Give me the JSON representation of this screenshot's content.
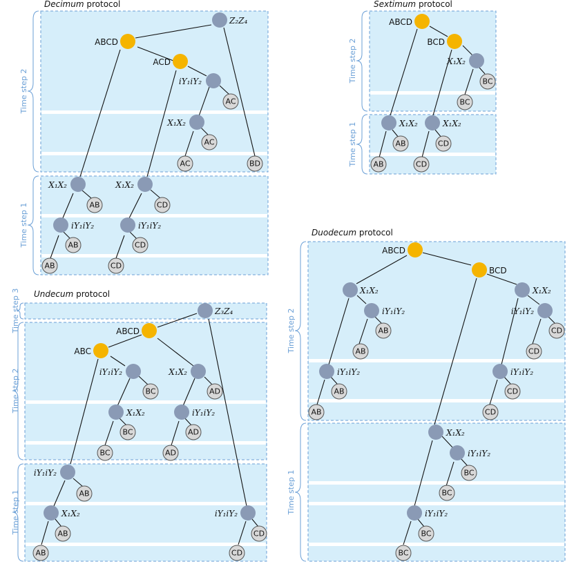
{
  "panels": [
    {
      "id": "decimum",
      "title_italic": "Decimum",
      "title_rest": " protocol",
      "steps": [
        "Time step 2",
        "Time step 1"
      ]
    },
    {
      "id": "sextimum",
      "title_italic": "Sextimum",
      "title_rest": " protocol",
      "steps": [
        "Time step 2",
        "Time step 1"
      ]
    },
    {
      "id": "undecum",
      "title_italic": "Undecum",
      "title_rest": " protocol",
      "steps": [
        "Time step 3",
        "Time step 2",
        "Time step 1"
      ]
    },
    {
      "id": "duodecum",
      "title_italic": "Duodecum",
      "title_rest": " protocol",
      "steps": [
        "Time step 2",
        "Time step 1"
      ]
    }
  ],
  "node_labels": {
    "ABCD": "ABCD",
    "ACD": "ACD",
    "BCD": "BCD",
    "ABC": "ABC",
    "AB": "AB",
    "AC": "AC",
    "AD": "AD",
    "BC": "BC",
    "BD": "BD",
    "CD": "CD"
  },
  "operator_labels": {
    "Z2Z4": "Z₂Z₄",
    "Z3Z4": "Z₃Z₄",
    "X1X2": "X₁X₂",
    "iY1iY2": "iY₁iY₂"
  },
  "colors": {
    "box_fill": "#d6eefa",
    "box_border": "#6a9fd6",
    "gray_node": "#8a9ab5",
    "gold_node": "#f5b400",
    "leaf_node": "#d8d8d8"
  }
}
